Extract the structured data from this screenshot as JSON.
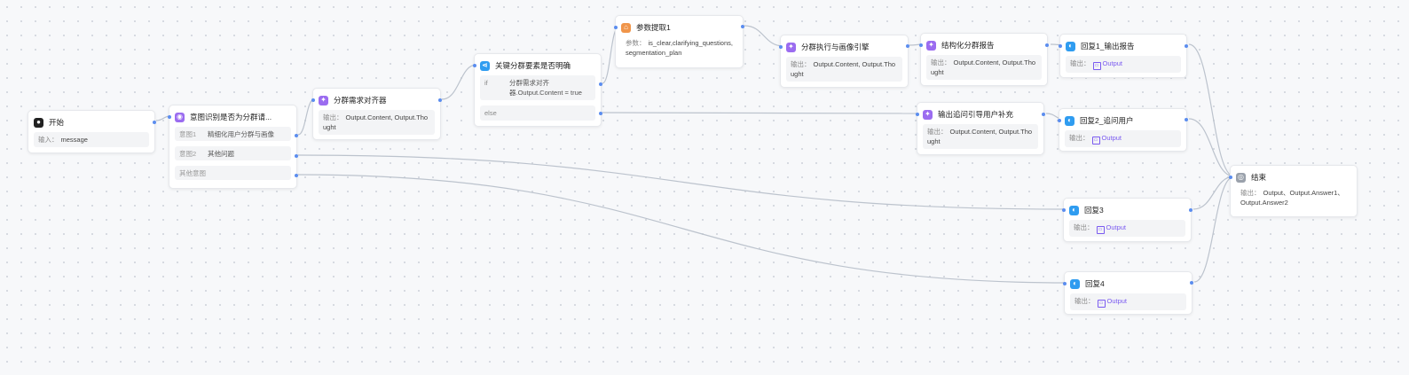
{
  "nodes": {
    "start": {
      "title": "开始",
      "label": "输入：",
      "value": "message",
      "icon": "play-icon"
    },
    "intent": {
      "title": "意图识别是否为分群请...",
      "icon": "brain-icon",
      "rows": [
        {
          "key": "意图1",
          "value": "精细化用户分群与画像"
        },
        {
          "key": "意图2",
          "value": "其他问题"
        },
        {
          "key": "其他意图",
          "value": ""
        }
      ]
    },
    "align": {
      "title": "分群需求对齐器",
      "label": "输出：",
      "value": "Output.Content, Output.Thought",
      "icon": "llm-icon"
    },
    "condition": {
      "title": "关键分群要素是否明确",
      "icon": "branch-icon",
      "if_key": "if",
      "if_value": "分群需求对齐器.Output.Content = true",
      "else_key": "else"
    },
    "extract": {
      "title": "参数提取1",
      "label": "参数：",
      "value": "is_clear,clarifying_questions, segmentation_plan",
      "icon": "extract-icon"
    },
    "exec": {
      "title": "分群执行与画像引擎",
      "label": "输出：",
      "value": "Output.Content, Output.Thought",
      "icon": "llm-icon"
    },
    "report": {
      "title": "结构化分群报告",
      "label": "输出：",
      "value": "Output.Content, Output.Thought",
      "icon": "llm-icon"
    },
    "reply1": {
      "title": "回复1_输出报告",
      "label": "输出：",
      "value": "Output",
      "icon": "message-icon"
    },
    "guide": {
      "title": "输出追问引导用户补充",
      "label": "输出：",
      "value": "Output.Content, Output.Thought",
      "icon": "llm-icon"
    },
    "reply2": {
      "title": "回复2_追问用户",
      "label": "输出：",
      "value": "Output",
      "icon": "message-icon"
    },
    "reply3": {
      "title": "回复3",
      "label": "输出：",
      "value": "Output",
      "icon": "message-icon"
    },
    "reply4": {
      "title": "回复4",
      "label": "输出：",
      "value": "Output",
      "icon": "message-icon"
    },
    "end": {
      "title": "结束",
      "label": "输出：",
      "value": "Output、Output.Answer1、Output.Answer2",
      "icon": "stop-icon"
    }
  },
  "colors": {
    "edge": "#bcc3cd",
    "port": "#5b8def",
    "variable": "#7a5af0",
    "llm": "#9b6cf0",
    "message": "#2f9cf0",
    "extract": "#f0954a"
  }
}
